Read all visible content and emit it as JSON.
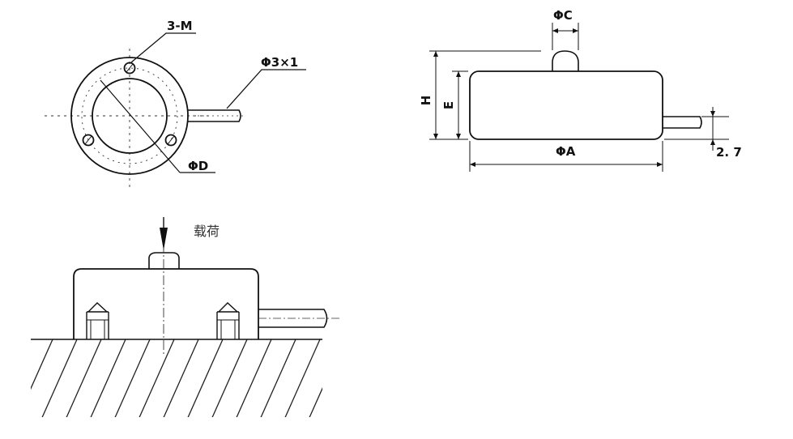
{
  "labels": {
    "holes": "3-M",
    "cable": "Φ3×1",
    "diameter_d": "ΦD",
    "diameter_c": "ΦC",
    "height_h": "H",
    "height_e": "E",
    "diameter_a": "ΦA",
    "cable_offset": "2. 7",
    "load": "载荷"
  },
  "colors": {
    "line": "#111111",
    "hatch": "#222222",
    "centerline": "#333333"
  }
}
